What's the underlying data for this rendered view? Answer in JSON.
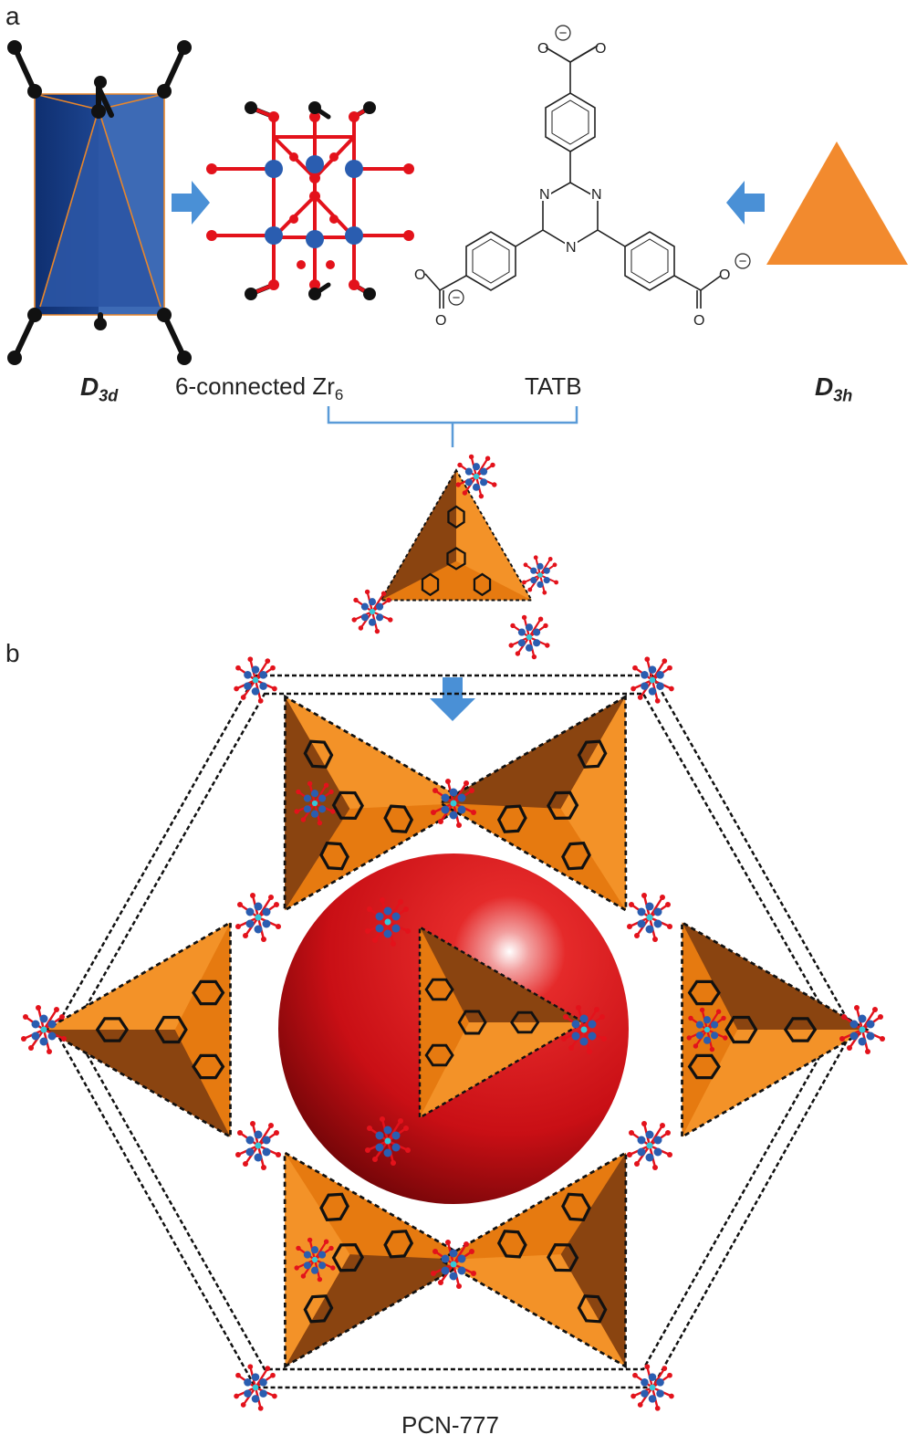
{
  "panels": {
    "a": "a",
    "b": "b"
  },
  "labels": {
    "d3d": {
      "main": "D",
      "sub": "3d"
    },
    "zr6": {
      "main": "6-connected Zr",
      "sub": "6"
    },
    "tatb": "TATB",
    "d3h": {
      "main": "D",
      "sub": "3h"
    },
    "pcn": "PCN-777"
  },
  "molecule_atoms": {
    "nitrogen": "N",
    "oxygen": "O",
    "charge": "−"
  },
  "colors": {
    "prism_dark": "#1a3f86",
    "prism_light": "#3d6ab5",
    "arrow": "#4a90d6",
    "triangle": "#f28a2e",
    "tetra_orange": "#e67a10",
    "tetra_dark": "#7a3c0c",
    "sphere": "#d8141b",
    "zr_blue": "#2a5db0",
    "oxygen_red": "#e3121b",
    "carbon_black": "#111111",
    "bracket": "#5a9bd8"
  }
}
